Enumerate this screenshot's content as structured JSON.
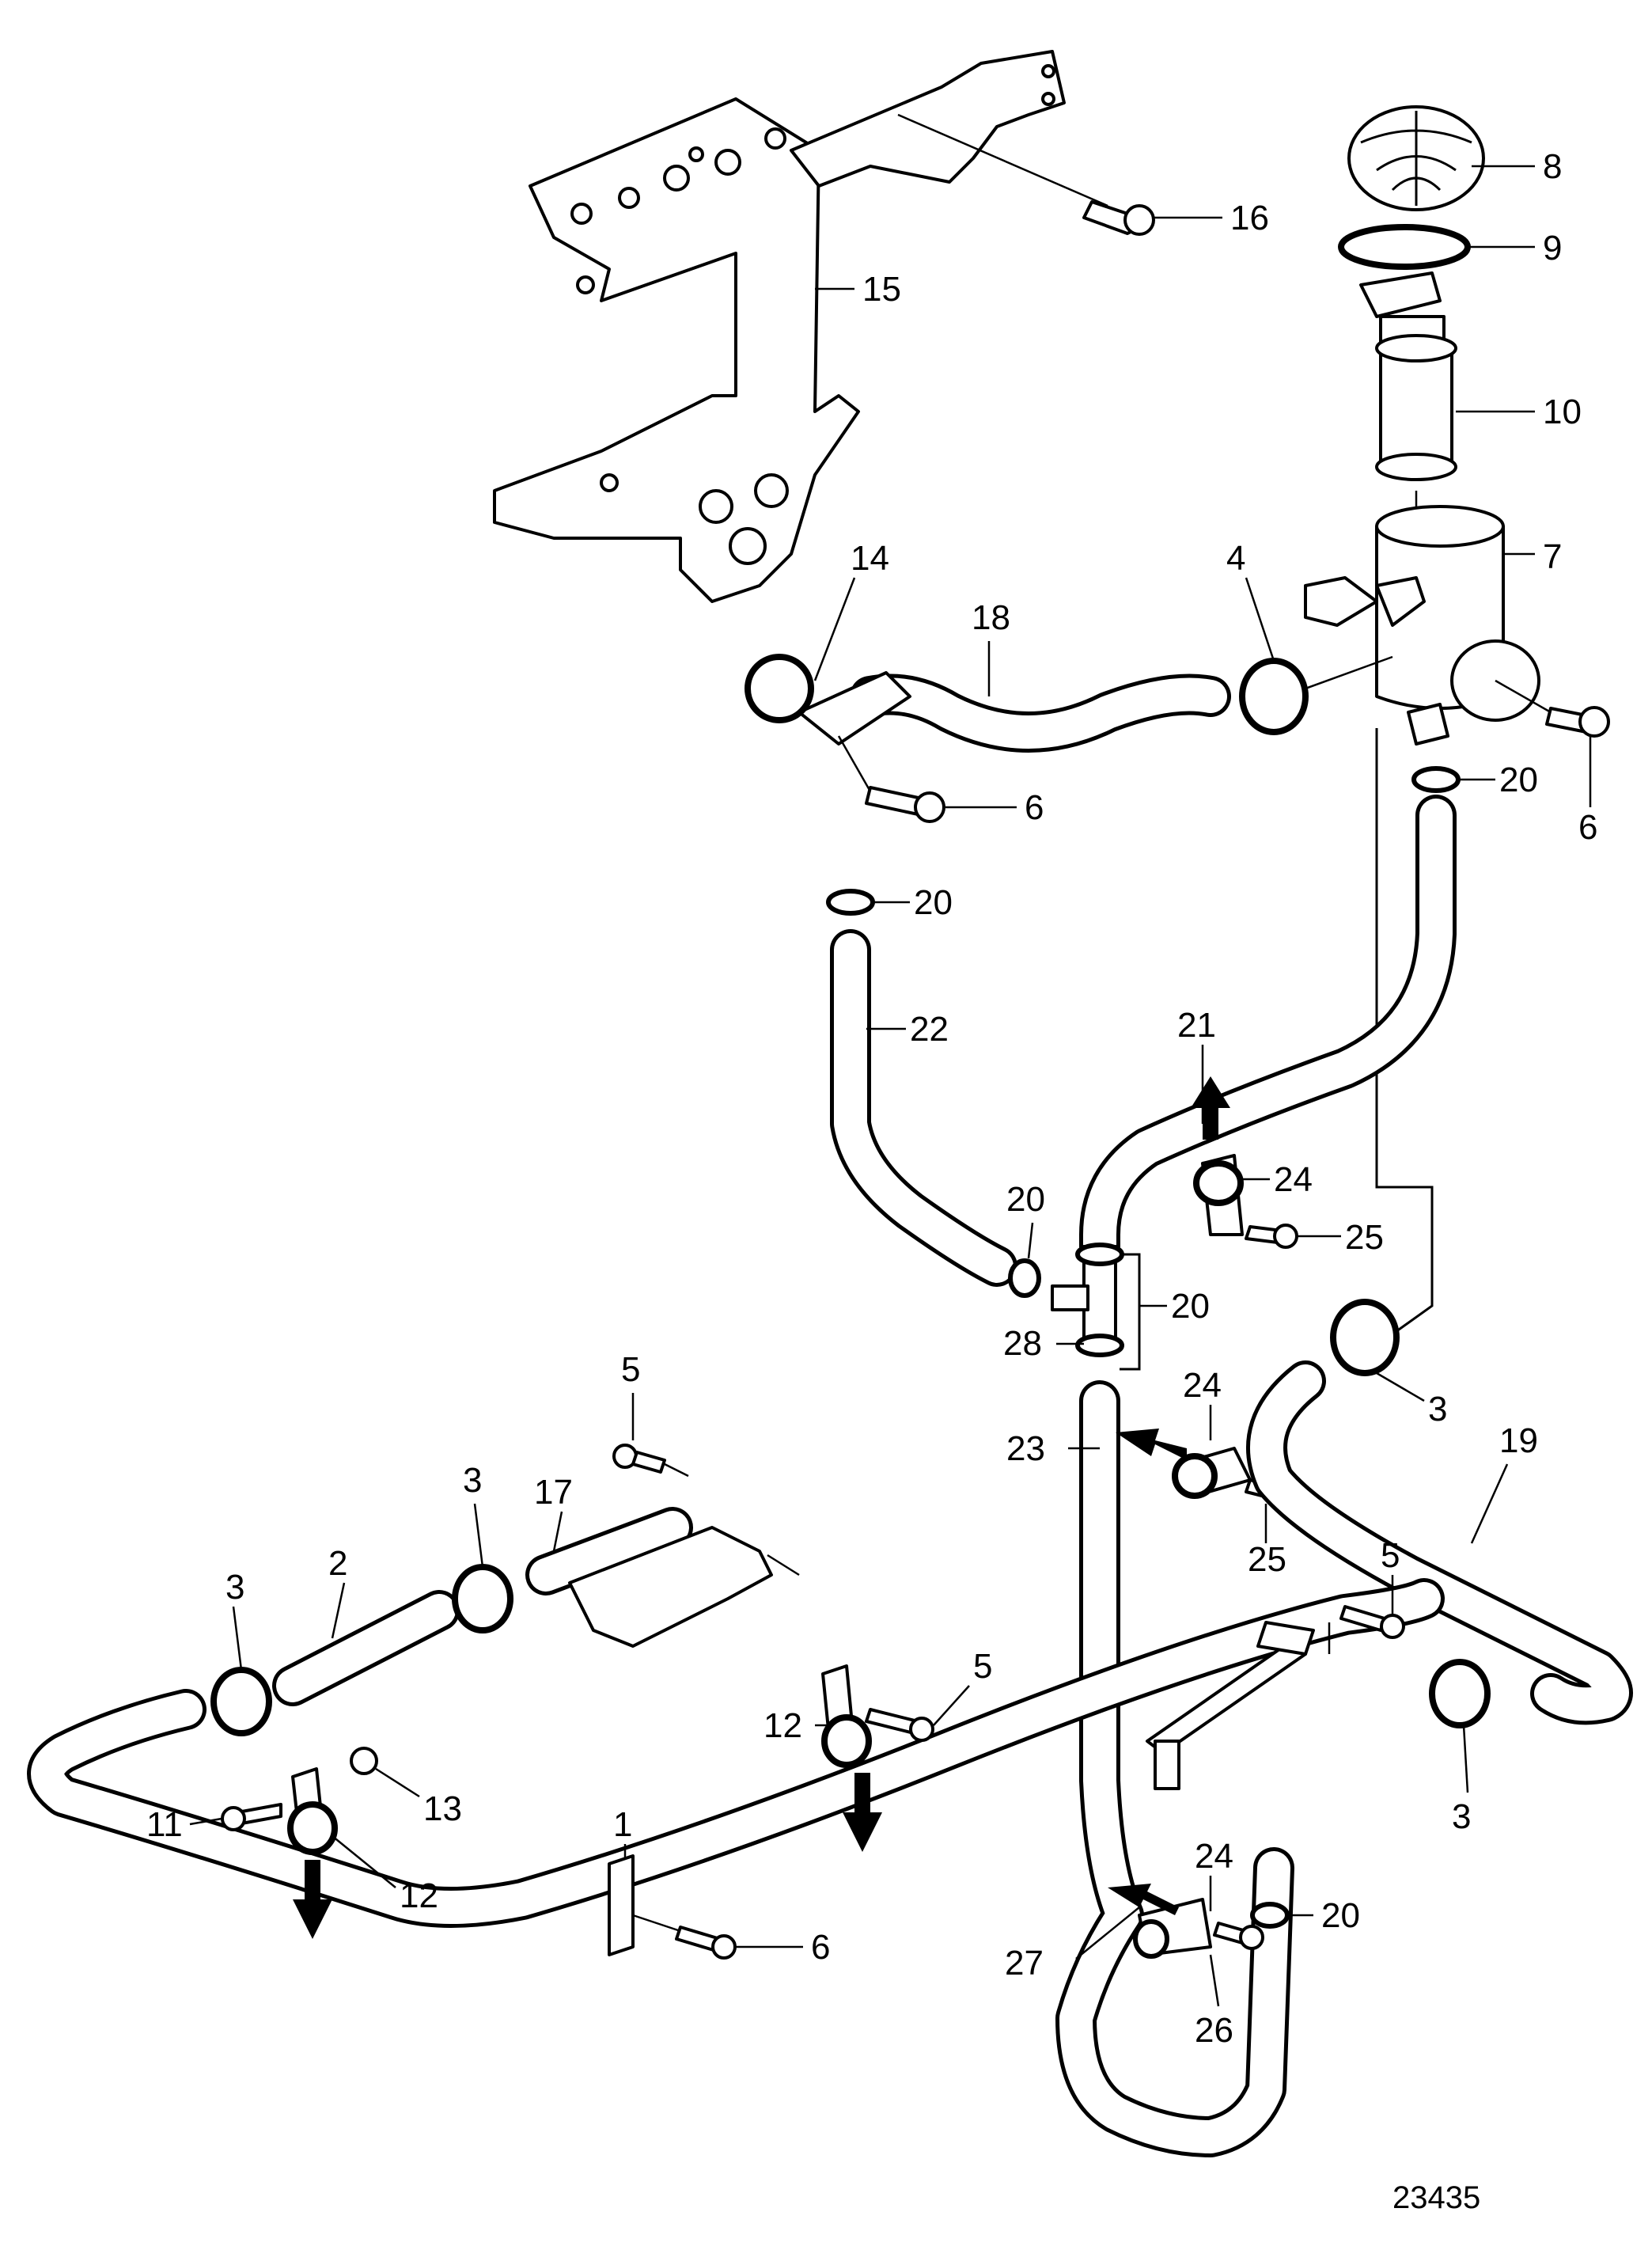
{
  "callouts": [
    {
      "id": "c8",
      "label": "8"
    },
    {
      "id": "c9",
      "label": "9"
    },
    {
      "id": "c16",
      "label": "16"
    },
    {
      "id": "c15",
      "label": "15"
    },
    {
      "id": "c10",
      "label": "10"
    },
    {
      "id": "c7",
      "label": "7"
    },
    {
      "id": "c14",
      "label": "14"
    },
    {
      "id": "c18",
      "label": "18"
    },
    {
      "id": "c4",
      "label": "4"
    },
    {
      "id": "c6a",
      "label": "6"
    },
    {
      "id": "c6b",
      "label": "6"
    },
    {
      "id": "c20a",
      "label": "20"
    },
    {
      "id": "c20b",
      "label": "20"
    },
    {
      "id": "c22",
      "label": "22"
    },
    {
      "id": "c21",
      "label": "21"
    },
    {
      "id": "c24a",
      "label": "24"
    },
    {
      "id": "c25a",
      "label": "25"
    },
    {
      "id": "c20c",
      "label": "20"
    },
    {
      "id": "c20d",
      "label": "20"
    },
    {
      "id": "c28",
      "label": "28"
    },
    {
      "id": "c3a",
      "label": "3"
    },
    {
      "id": "c19",
      "label": "19"
    },
    {
      "id": "c24b",
      "label": "24"
    },
    {
      "id": "c23",
      "label": "23"
    },
    {
      "id": "c25b",
      "label": "25"
    },
    {
      "id": "c5a",
      "label": "5"
    },
    {
      "id": "c3b",
      "label": "3"
    },
    {
      "id": "c17",
      "label": "17"
    },
    {
      "id": "c2",
      "label": "2"
    },
    {
      "id": "c3c",
      "label": "3"
    },
    {
      "id": "c5b",
      "label": "5"
    },
    {
      "id": "c5c",
      "label": "5"
    },
    {
      "id": "c12a",
      "label": "12"
    },
    {
      "id": "c11",
      "label": "11"
    },
    {
      "id": "c13",
      "label": "13"
    },
    {
      "id": "c12b",
      "label": "12"
    },
    {
      "id": "c3d",
      "label": "3"
    },
    {
      "id": "c24c",
      "label": "24"
    },
    {
      "id": "c20e",
      "label": "20"
    },
    {
      "id": "c27",
      "label": "27"
    },
    {
      "id": "c26",
      "label": "26"
    },
    {
      "id": "c1",
      "label": "1"
    },
    {
      "id": "c6c",
      "label": "6"
    }
  ],
  "figure_number": "23435"
}
